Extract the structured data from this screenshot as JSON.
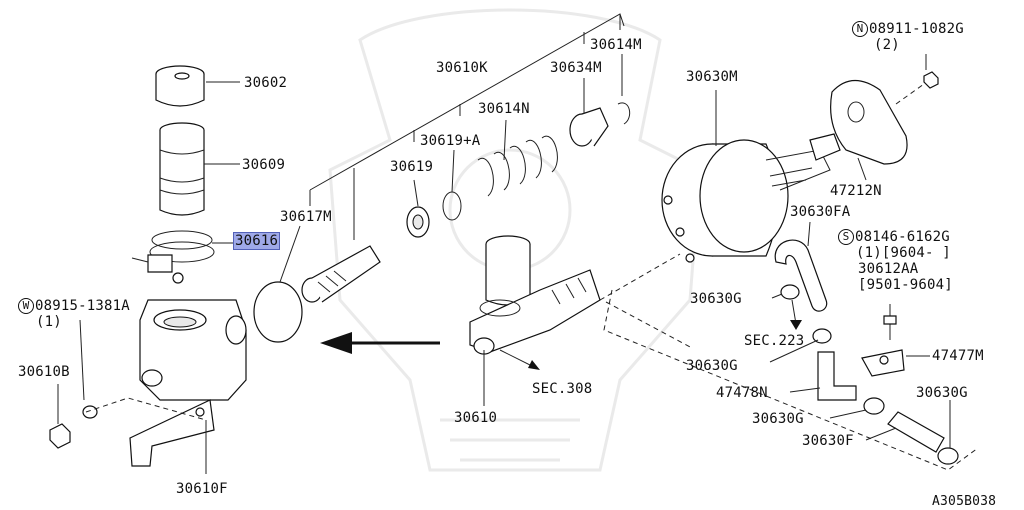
{
  "callouts": {
    "c30602": "30602",
    "c30609": "30609",
    "c30616": "30616",
    "cW08915": "08915-1381A",
    "cW08915_qty": "(1)",
    "c30610B": "30610B",
    "c30610F": "30610F",
    "c30617M": "30617M",
    "c30619": "30619",
    "c30619A": "30619+A",
    "c30610K": "30610K",
    "c30614N": "30614N",
    "c30634M": "30634M",
    "c30614M": "30614M",
    "c30610": "30610",
    "cSEC308": "SEC.308",
    "c30630M": "30630M",
    "cN08911": "08911-1082G",
    "cN08911_qty": "(2)",
    "c47212N": "47212N",
    "c30630FA": "30630FA",
    "cS08146": "08146-6162G",
    "cS08146_qty": "(1)[9604-    ]",
    "c30612AA": "30612AA",
    "c30612AA_range": "[9501-9604]",
    "c30630G_a": "30630G",
    "cSEC223": "SEC.223",
    "c30630G_b": "30630G",
    "c47477M": "47477M",
    "c47478N": "47478N",
    "c30630G_c": "30630G",
    "c30630G_d": "30630G",
    "c30630F": "30630F",
    "diagram_id": "A305B038"
  },
  "markers": {
    "W": "W",
    "N": "N",
    "S": "S"
  },
  "highlight_color": "#9fa9e8",
  "line_color": "#222222"
}
